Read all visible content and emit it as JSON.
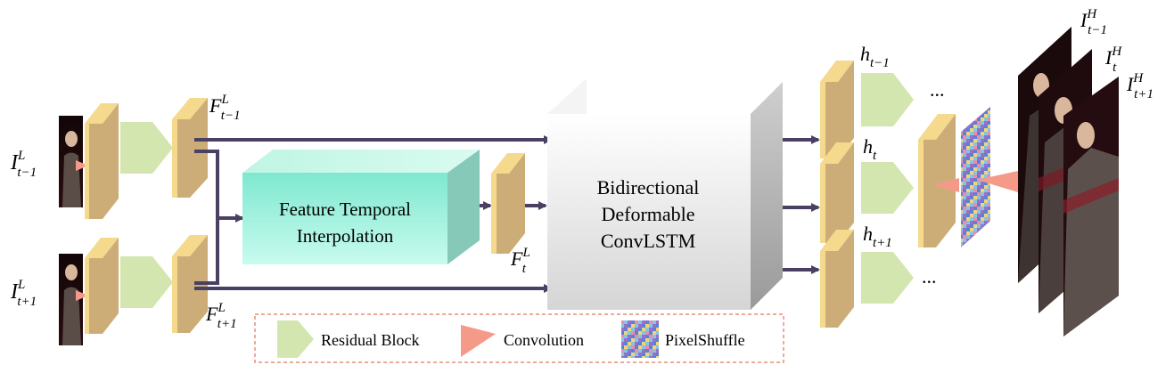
{
  "colors": {
    "arrow": "#4b3f63",
    "feature_front": "#ccad78",
    "feature_side": "#f5d98d",
    "residual_block": "#d3e6b0",
    "convolution": "#f59a89",
    "interp_front": "#a8f2dd",
    "interp_side": "#86c9b9",
    "legend_border": "#e98f78"
  },
  "inputs": {
    "prev": {
      "base": "I",
      "sup": "L",
      "sub": "t−1"
    },
    "next": {
      "base": "I",
      "sup": "L",
      "sub": "t+1"
    }
  },
  "features": {
    "prev": {
      "base": "F",
      "sup": "L",
      "sub": "t−1"
    },
    "next": {
      "base": "F",
      "sup": "L",
      "sub": "t+1"
    },
    "interp": {
      "base": "F",
      "sup": "L",
      "sub": "t"
    }
  },
  "fti_block": {
    "line1": "Feature Temporal",
    "line2": "Interpolation"
  },
  "lstm_block": {
    "line1": "Bidirectional",
    "line2": "Deformable",
    "line3": "ConvLSTM"
  },
  "hidden": {
    "prev": {
      "base": "h",
      "sub": "t−1"
    },
    "cur": {
      "base": "h",
      "sub": "t"
    },
    "next": {
      "base": "h",
      "sub": "t+1"
    }
  },
  "ellipsis": "...",
  "outputs": {
    "prev": {
      "base": "I",
      "sup": "H",
      "sub": "t−1"
    },
    "cur": {
      "base": "I",
      "sup": "H",
      "sub": "t"
    },
    "next": {
      "base": "I",
      "sup": "H",
      "sub": "t+1"
    }
  },
  "legend": {
    "residual": "Residual Block",
    "conv": "Convolution",
    "pixelshuffle": "PixelShuffle"
  }
}
